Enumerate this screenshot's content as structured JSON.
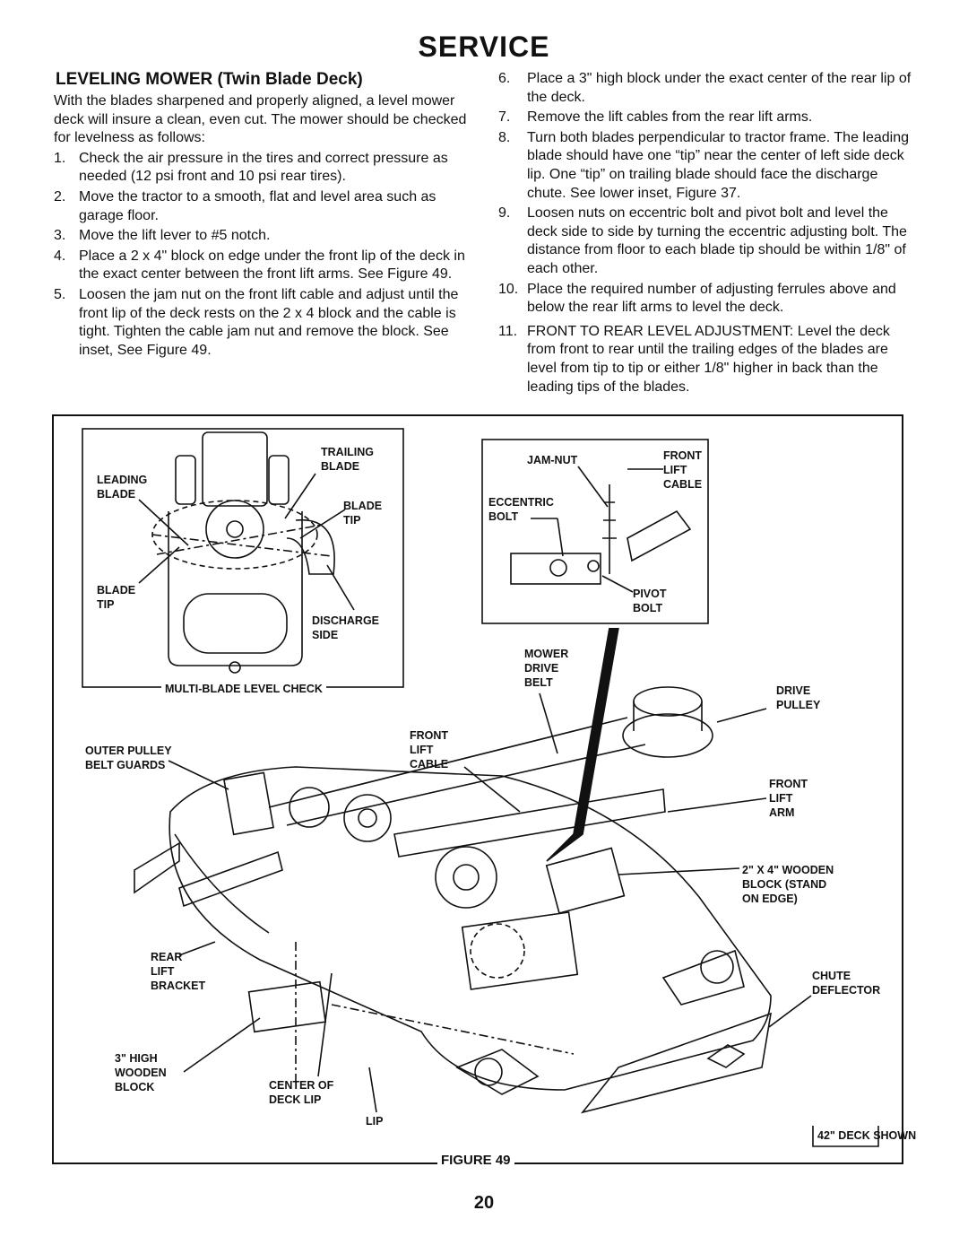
{
  "page": {
    "title": "SERVICE",
    "section_heading": "LEVELING MOWER (Twin Blade Deck)",
    "intro": "With the blades sharpened and properly aligned, a level mower deck will insure a clean, even cut. The mower should be checked for levelness as follows:",
    "steps_left": [
      {
        "num": "1.",
        "text": "Check the air pressure in the tires and correct pressure as needed (12 psi front and 10 psi rear tires)."
      },
      {
        "num": "2.",
        "text": "Move the tractor to a smooth, flat and level area such as garage floor."
      },
      {
        "num": "3.",
        "text": "Move the lift lever to #5 notch."
      },
      {
        "num": "4.",
        "text": "Place a 2 x 4\" block on edge under the front lip of the deck in the exact center between the front lift arms. See Figure 49."
      },
      {
        "num": "5.",
        "text": "Loosen the jam nut on the front lift cable and adjust until the front lip of the deck rests on the 2 x 4 block and the cable is tight. Tighten the cable jam nut and remove the block. See inset, See Figure 49."
      }
    ],
    "steps_right": [
      {
        "num": "6.",
        "text": "Place a 3\" high block under the exact center of the rear lip of the deck."
      },
      {
        "num": "7.",
        "text": "Remove the lift cables from the rear lift arms."
      },
      {
        "num": "8.",
        "text": "Turn both blades perpendicular to tractor frame. The leading blade should have one “tip” near the center of left side deck lip. One “tip” on trailing blade should face the discharge chute. See lower inset, Figure 37."
      },
      {
        "num": "9.",
        "text": "Loosen nuts on eccentric bolt and pivot bolt and level the deck side to side by turning the eccentric adjusting bolt. The distance from floor to each blade tip should be within 1/8\" of each other."
      },
      {
        "num": "10.",
        "text": "Place the required number of adjusting ferrules above and below the rear lift arms to level the deck."
      },
      {
        "num": "11.",
        "text": "FRONT TO REAR LEVEL ADJUSTMENT: Level the deck from front to rear until the trailing edges of the blades are level from tip to tip or either 1/8\" higher in back than the leading tips of the blades."
      }
    ],
    "figure_caption": "FIGURE 49",
    "page_number": "20"
  },
  "figure": {
    "inset_left_title": "MULTI-BLADE LEVEL CHECK",
    "labels": {
      "trailing_blade": "TRAILING\nBLADE",
      "leading_blade": "LEADING\nBLADE",
      "blade_tip_right": "BLADE\nTIP",
      "blade_tip_left": "BLADE\nTIP",
      "discharge_side": "DISCHARGE\nSIDE",
      "jam_nut": "JAM-NUT",
      "front_lift_cable_inset": "FRONT\nLIFT\nCABLE",
      "eccentric_bolt": "ECCENTRIC\nBOLT",
      "pivot_bolt": "PIVOT\nBOLT",
      "mower_drive_belt": "MOWER\nDRIVE\nBELT",
      "drive_pulley": "DRIVE\nPULLEY",
      "outer_pulley_belt_guards": "OUTER PULLEY\nBELT GUARDS",
      "front_lift_cable": "FRONT\nLIFT\nCABLE",
      "front_lift_arm": "FRONT\nLIFT\nARM",
      "wooden_block_2x4": "2\" x 4\" WOODEN\nBLOCK (STAND\nON EDGE)",
      "rear_lift_bracket": "REAR\nLIFT\nBRACKET",
      "chute_deflector": "CHUTE\nDEFLECTOR",
      "wooden_block_3": "3\" HIGH\nWOODEN\nBLOCK",
      "center_of_deck_lip": "CENTER OF\nDECK LIP",
      "lip": "LIP",
      "deck_shown": "42\" DECK SHOWN"
    }
  }
}
